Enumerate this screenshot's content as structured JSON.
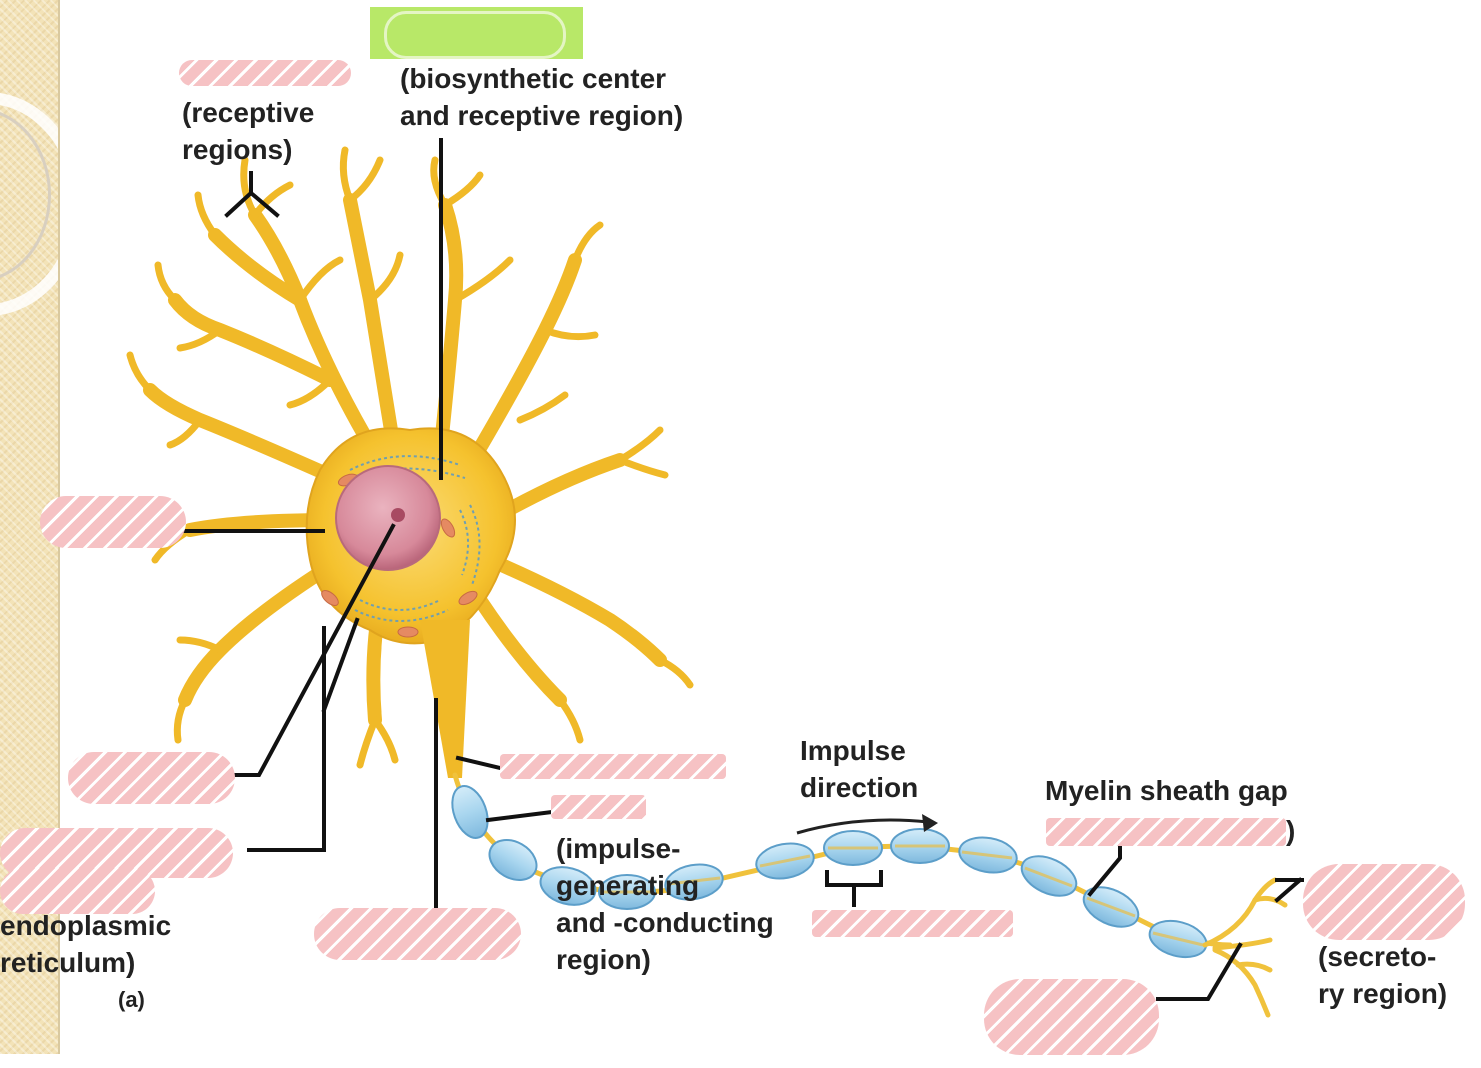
{
  "labels": {
    "dendrites_function": "(receptive\nregions)",
    "cell_body_function": "(biosynthetic center\nand receptive region)",
    "impulse_direction": "Impulse\ndirection",
    "myelin_gap": "Myelin sheath gap",
    "gap_paren_close": ")",
    "axon_function": "(impulse-\ngenerating\nand -conducting\nregion)",
    "rough_er": "(rough\nendoplasmic\nreticulum)",
    "axon_terminal_function": "(secreto-\nry region)",
    "panel": "(a)"
  },
  "colors": {
    "dendrite": "#f5c22e",
    "dendrite_edge": "#d99a16",
    "myelin": "#a9d6ef",
    "myelin_edge": "#5c9ec9",
    "nucleus": "#d7899a",
    "nucleolus": "#a84a62",
    "mask": "#f6c2c4",
    "header_mask": "#b8e868"
  }
}
